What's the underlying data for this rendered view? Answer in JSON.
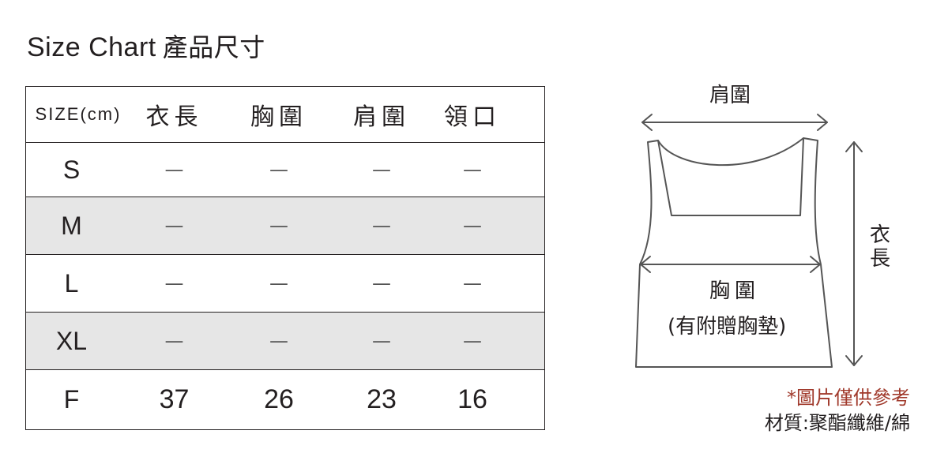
{
  "title": {
    "en": "Size Chart",
    "zh": "產品尺寸"
  },
  "table": {
    "header": [
      "SIZE(cm)",
      "衣長",
      "胸圍",
      "肩圍",
      "領口"
    ],
    "rows": [
      {
        "size": "S",
        "values": [
          "—",
          "—",
          "—",
          "—"
        ],
        "shaded": false
      },
      {
        "size": "M",
        "values": [
          "—",
          "—",
          "—",
          "—"
        ],
        "shaded": true
      },
      {
        "size": "L",
        "values": [
          "—",
          "—",
          "—",
          "—"
        ],
        "shaded": false
      },
      {
        "size": "XL",
        "values": [
          "—",
          "—",
          "—",
          "—"
        ],
        "shaded": true
      },
      {
        "size": "F",
        "values": [
          "37",
          "26",
          "23",
          "16"
        ],
        "shaded": false
      }
    ]
  },
  "diagram": {
    "shoulder_label": "肩圍",
    "length_label": "衣長",
    "chest_label": "胸圍",
    "chest_note": "(有附贈胸墊)"
  },
  "notes": {
    "reference": "*圖片僅供參考",
    "material": "材質:聚酯纖維/綿"
  },
  "colors": {
    "text": "#231f20",
    "shaded_row": "#e6e6e6",
    "note_red": "#a0392b",
    "diagram_stroke": "#555555"
  }
}
